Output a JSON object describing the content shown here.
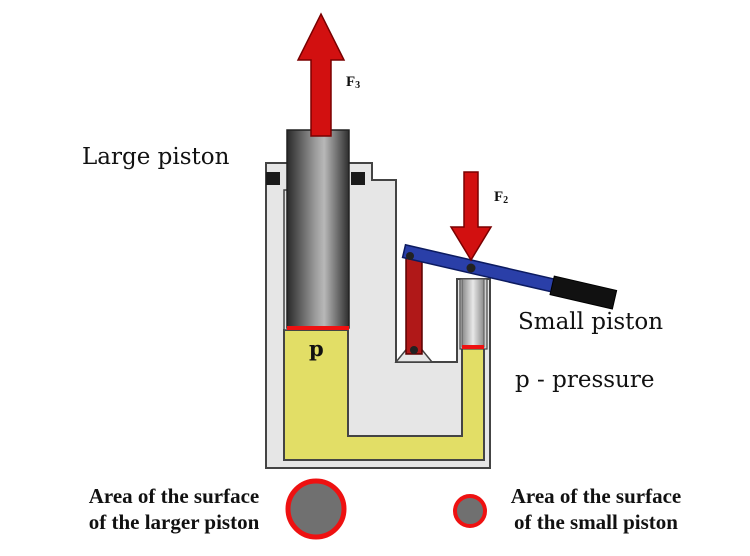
{
  "labels": {
    "large_piston": "Large piston",
    "small_piston": "Small piston",
    "pressure_legend": "p - pressure",
    "pressure_symbol": "p",
    "force3_base": "F",
    "force3_sub": "3",
    "force2_base": "F",
    "force2_sub": "2",
    "area_large_line1": "Area of the surface",
    "area_large_line2": "of the larger piston",
    "area_small_line1": "Area of the surface",
    "area_small_line2": "of the small piston"
  },
  "colors": {
    "fluid": "#e2de66",
    "housing": "#e6e6e6",
    "housing_stroke": "#444444",
    "piston_dark": "#3a3a3a",
    "piston_light": "#bdbdbd",
    "contact_line": "#ee1111",
    "arrow": "#d21010",
    "lever": "#2a3fa8",
    "link": "#b01818",
    "handle": "#111111",
    "area_disk_fill": "#707070",
    "area_disk_stroke": "#ee1111"
  }
}
